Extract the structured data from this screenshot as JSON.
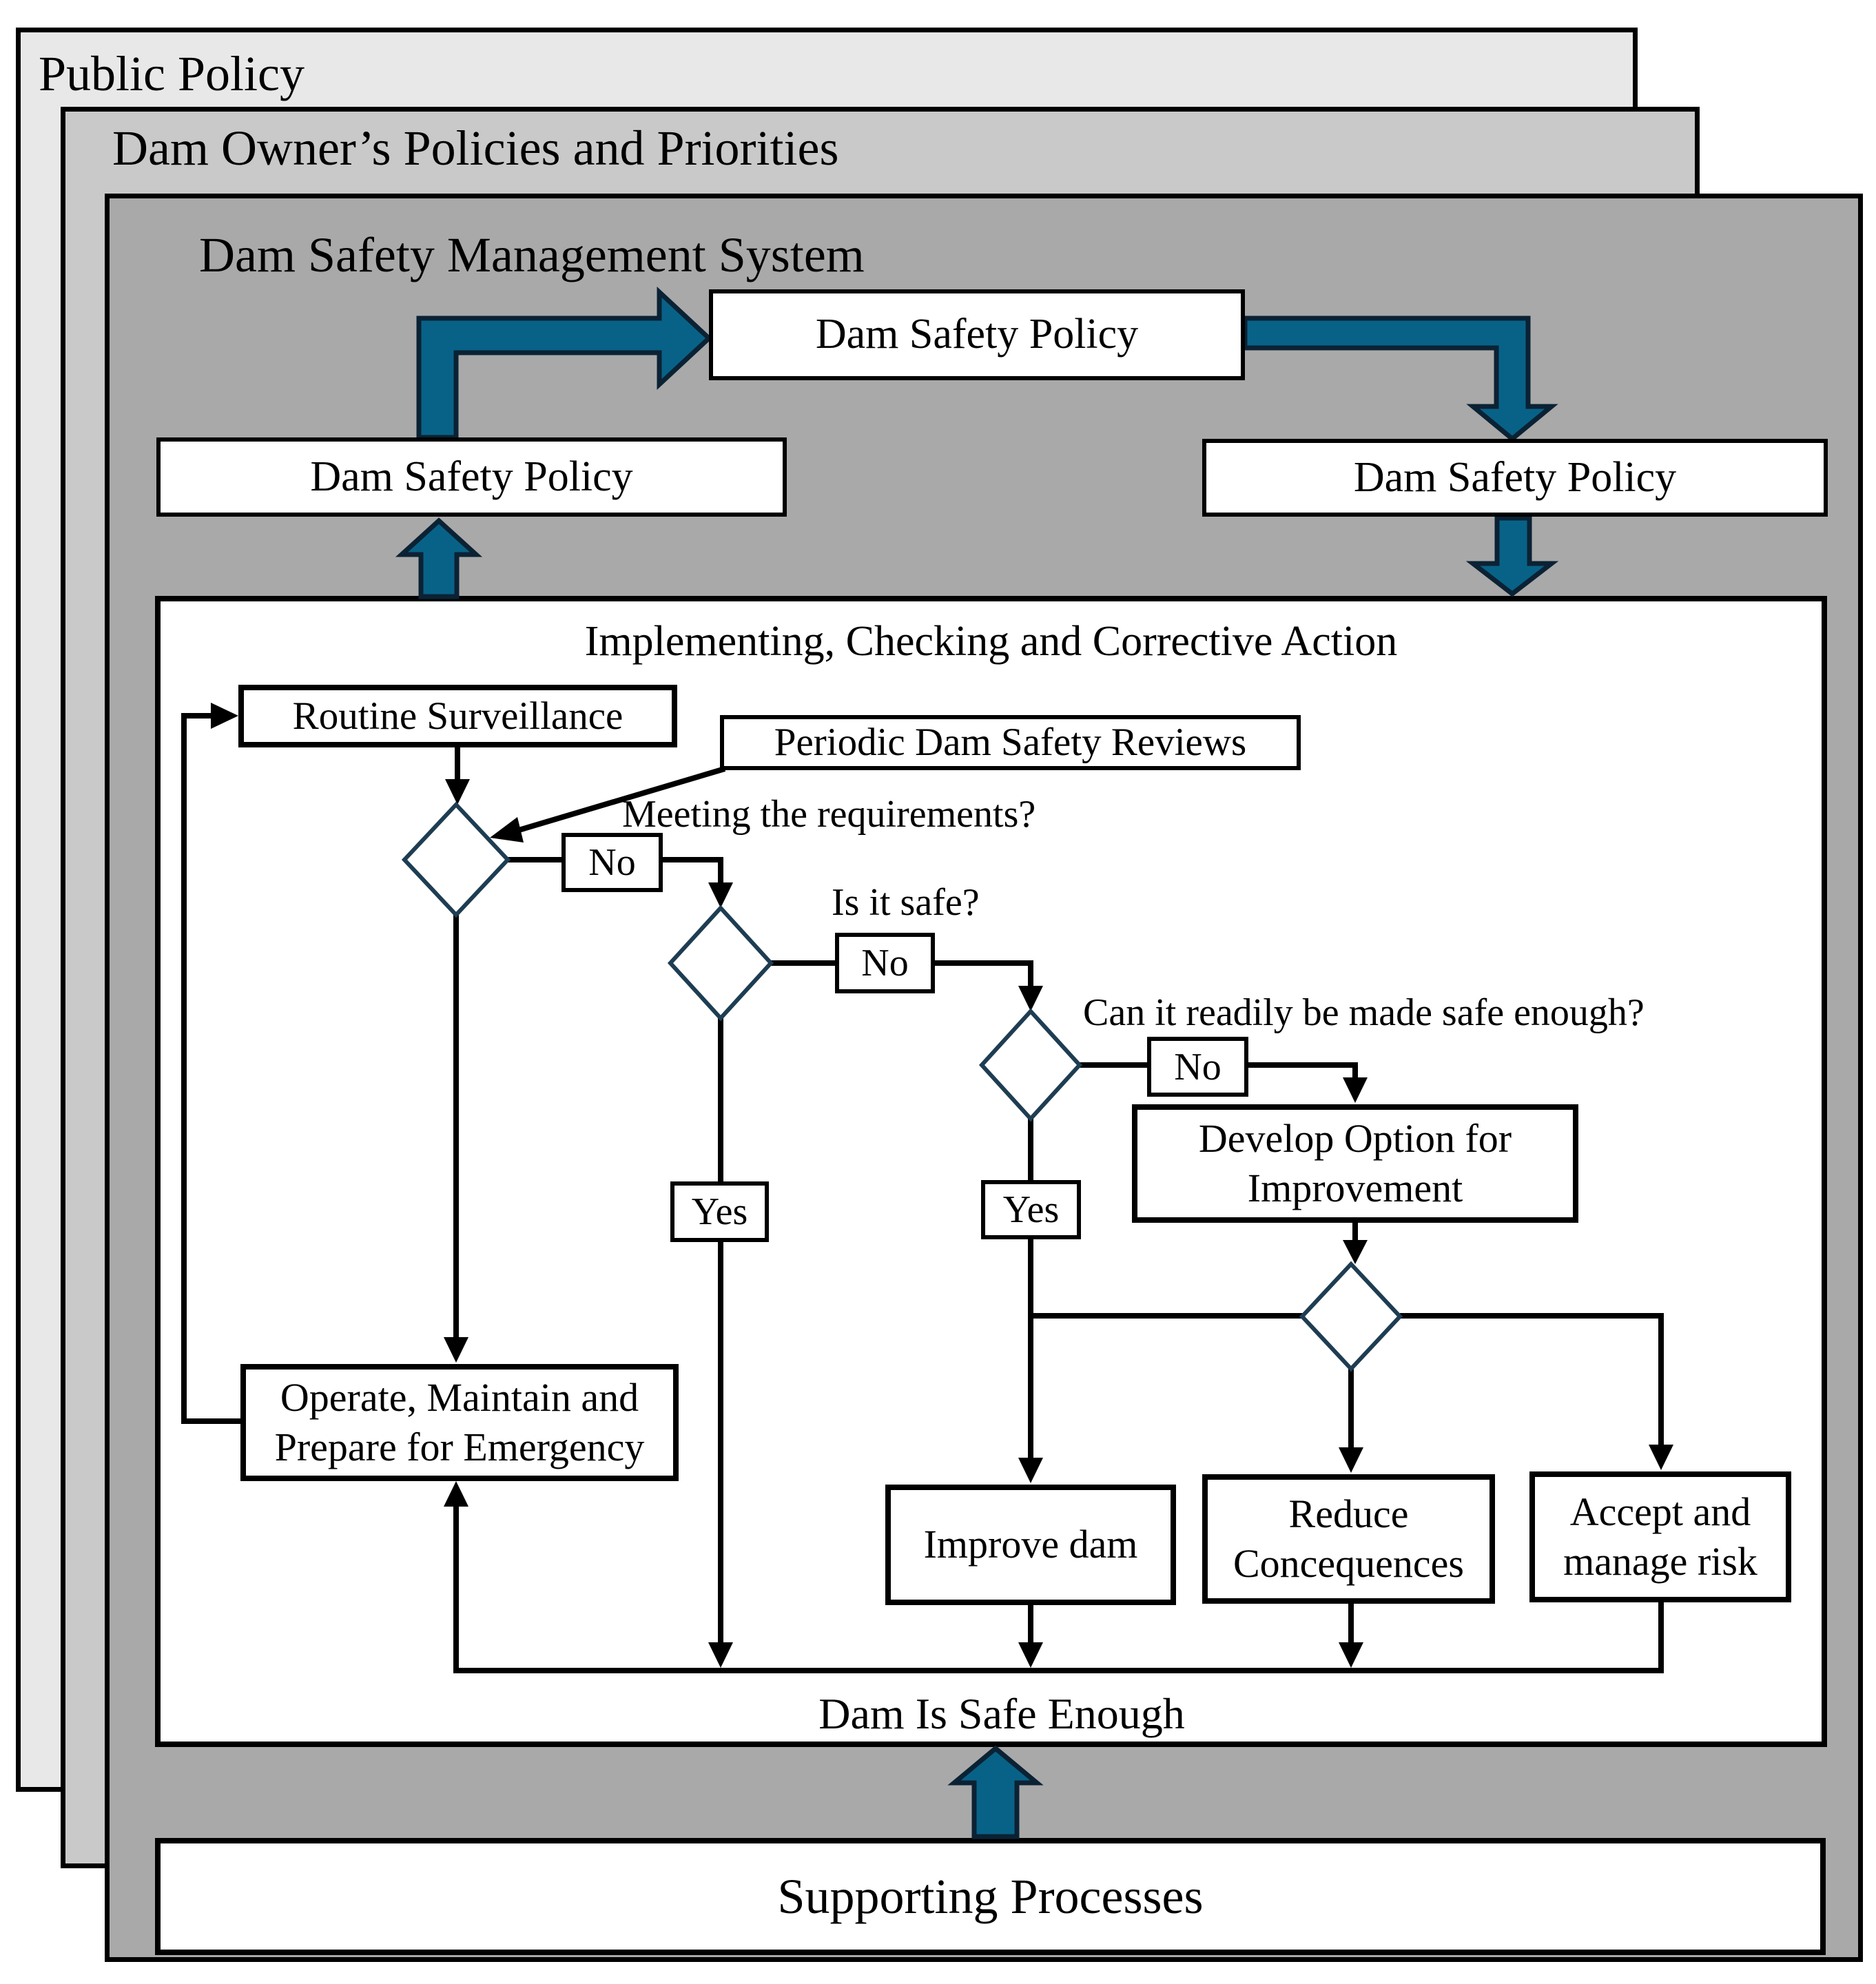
{
  "layers": [
    {
      "title": "Public Policy"
    },
    {
      "title": "Dam Owner’s Policies and Priorities"
    },
    {
      "title": "Dam Safety Management System"
    }
  ],
  "policy": {
    "label": "Dam Safety Policy"
  },
  "inner_box": {
    "title": "Implementing, Checking and Corrective Action",
    "footer": "Dam Is Safe Enough"
  },
  "nodes": {
    "routine": "Routine Surveillance",
    "periodic": "Periodic Dam Safety Reviews",
    "operate": "Operate, Maintain and Prepare for Emergency",
    "develop": "Develop Option for Improvement",
    "improve": "Improve dam",
    "reduce": "Reduce Concequences",
    "accept": "Accept and manage risk"
  },
  "questions": [
    "Meeting the requirements?",
    "Is it safe?",
    "Can it readily be made safe enough?"
  ],
  "labels": {
    "no": "No",
    "yes": "Yes"
  },
  "supporting": {
    "title": "Supporting Processes"
  },
  "colors": {
    "accent": "#086287",
    "accent_border": "#0b2234",
    "diamond_border": "#1e3d52",
    "layer1_fill": "#e8e8e8",
    "layer2_fill": "#c9c9c9",
    "layer3_fill": "#a9a9a9",
    "line": "#000000"
  }
}
